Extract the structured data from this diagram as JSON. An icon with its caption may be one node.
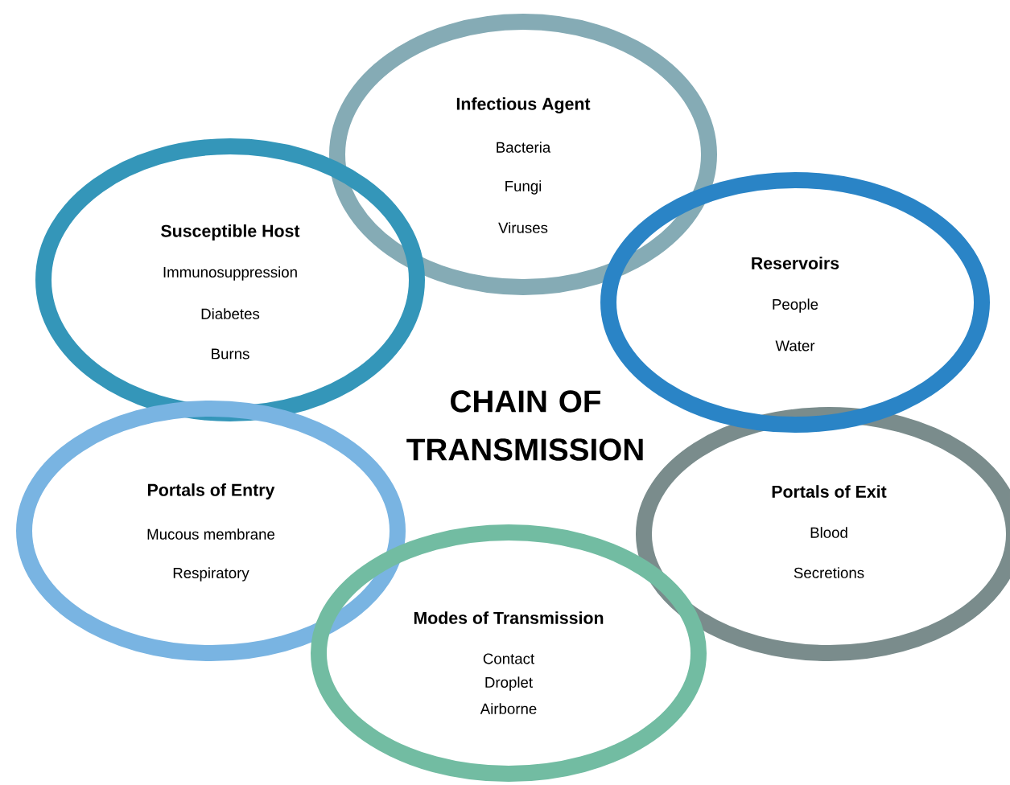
{
  "diagram": {
    "title": "CHAIN OF TRANSMISSION",
    "nodes": [
      {
        "text": [
          "Infectious Agent",
          "Bacteria",
          "Fungi",
          "Viruses"
        ]
      },
      {
        "text": [
          "Susceptible Host",
          "Immunosuppression",
          "Diabetes",
          "Burns"
        ]
      },
      {
        "text": [
          "Reservoirs",
          "People",
          "Water"
        ]
      },
      {
        "text": [
          "Portals of Entry",
          "Mucous membrane",
          "Respiratory"
        ]
      },
      {
        "text": [
          "Portals of Exit",
          "Blood",
          "Secretions"
        ]
      },
      {
        "text": [
          "Modes of Transmission",
          "Contact",
          "Droplet",
          "Airborne"
        ]
      }
    ]
  }
}
